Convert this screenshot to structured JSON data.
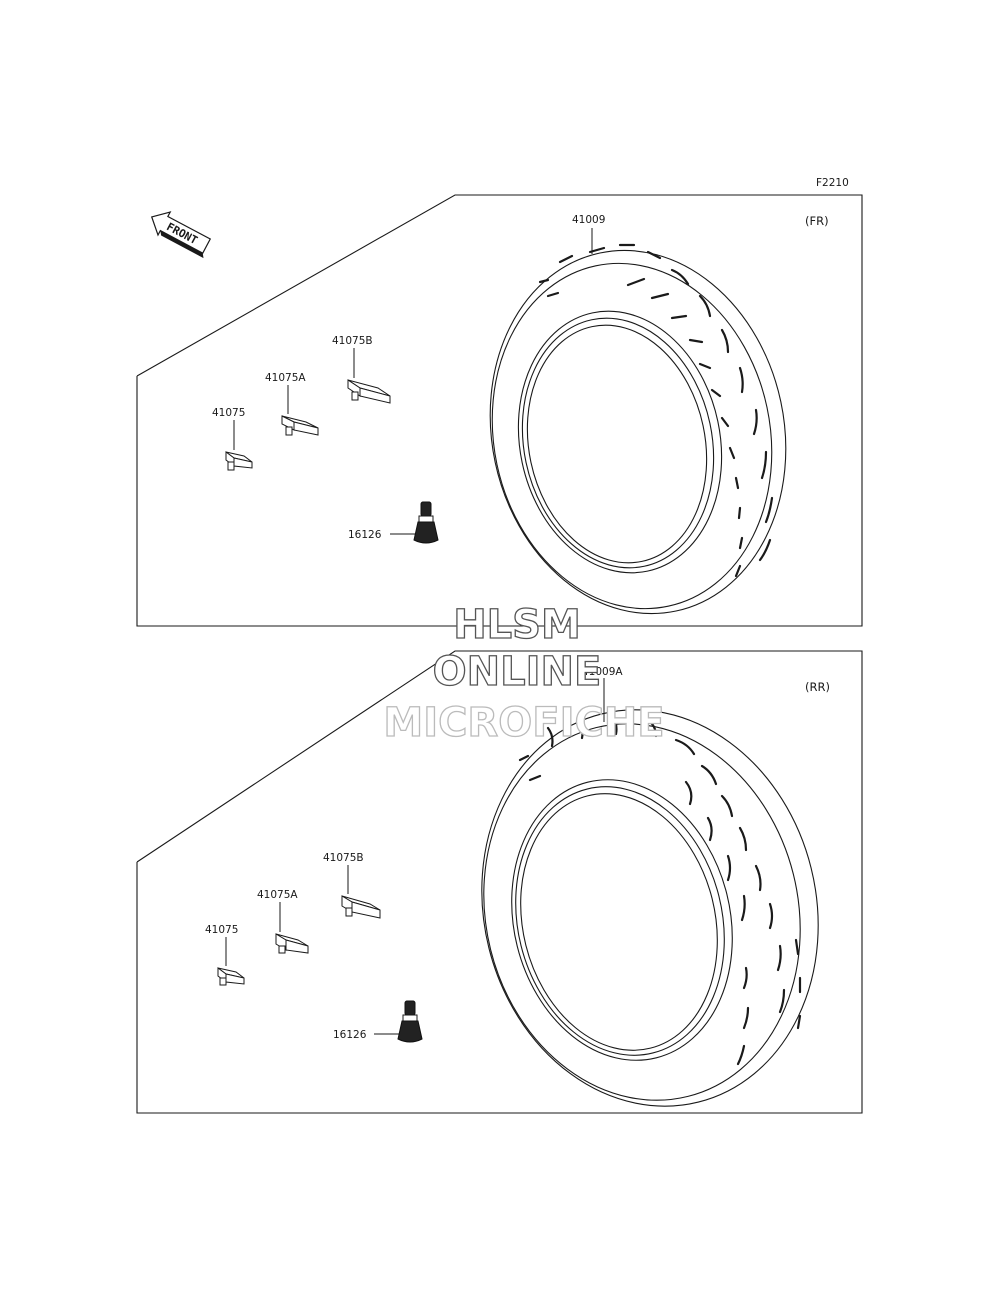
{
  "diagram_code": "F2210",
  "front_label": "FRONT",
  "front_panel": {
    "position_label": "(FR)",
    "parts": {
      "tire": "41009",
      "weight_b": "41075B",
      "weight_a": "41075A",
      "weight": "41075",
      "valve": "16126"
    }
  },
  "rear_panel": {
    "position_label": "(RR)",
    "parts": {
      "tire": "41009A",
      "weight_b": "41075B",
      "weight_a": "41075A",
      "weight": "41075",
      "valve": "16126"
    }
  },
  "watermark": {
    "line1": "HLSM",
    "line2": "ONLINE",
    "line3": "MICROFICHE"
  }
}
